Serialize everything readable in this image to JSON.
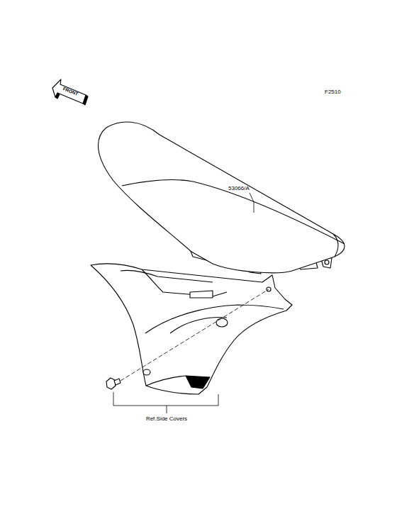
{
  "diagram": {
    "labels": [
      "F2510",
      "FRONT",
      "53066/A",
      "Ref.Side Covers"
    ]
  }
}
